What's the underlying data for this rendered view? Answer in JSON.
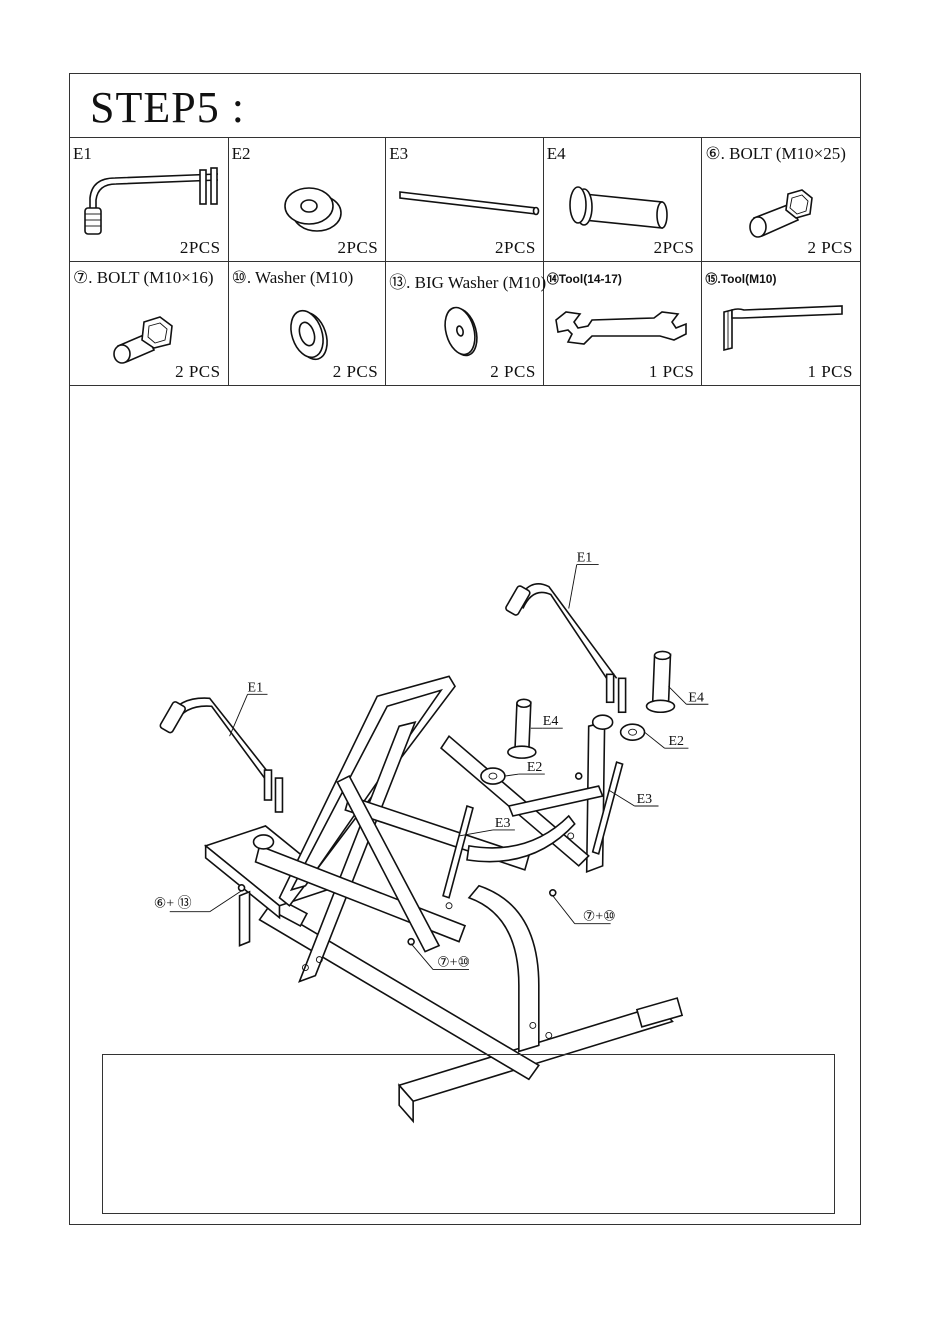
{
  "step": {
    "title": "STEP5  :"
  },
  "parts_row1": [
    {
      "label": "E1",
      "qty": "2PCS"
    },
    {
      "label": "E2",
      "qty": "2PCS"
    },
    {
      "label": "E3",
      "qty": "2PCS"
    },
    {
      "label": "E4",
      "qty": "2PCS"
    },
    {
      "label": "⑥. BOLT (M10×25)",
      "qty": "2 PCS"
    }
  ],
  "parts_row2": [
    {
      "label": "⑦. BOLT (M10×16)",
      "qty": "2 PCS"
    },
    {
      "label": "⑩. Washer (M10)",
      "qty": "2 PCS"
    },
    {
      "label": "⑬. BIG Washer (M10)",
      "qty": "2 PCS"
    },
    {
      "label": "⑭Tool(14-17)",
      "qty": "1 PCS"
    },
    {
      "label": "⑮.Tool(M10)",
      "qty": "1 PCS"
    }
  ],
  "callouts": {
    "e1_right": "E1",
    "e1_left": "E1",
    "e4_right": "E4",
    "e4_center": "E4",
    "e2_right": "E2",
    "e2_center": "E2",
    "e3_right": "E3",
    "e3_center": "E3",
    "bolt_big_washer": "⑥+ ⑬",
    "bolt_washer_right": "⑦+⑩",
    "bolt_washer_center": "⑦+⑩"
  },
  "note": {
    "text": ""
  }
}
